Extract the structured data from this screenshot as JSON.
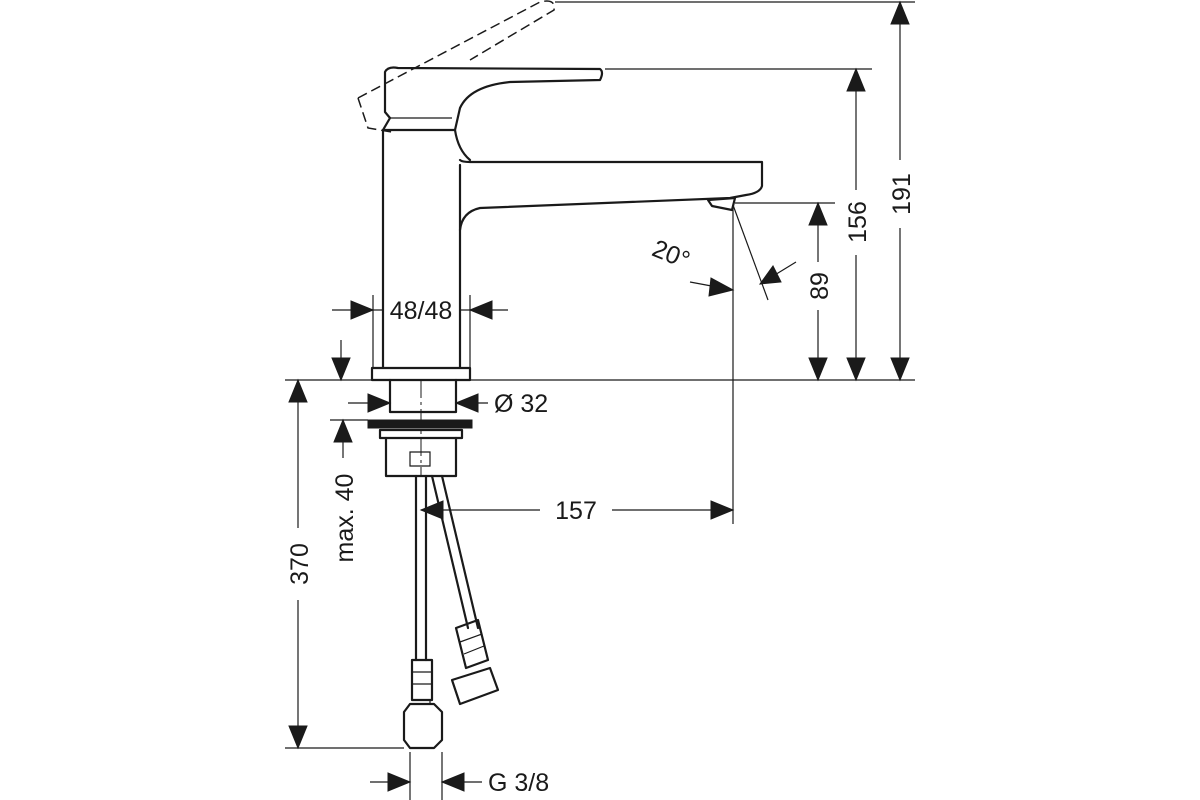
{
  "dimensions": {
    "total_height": "191",
    "lever_height": "156",
    "spout_height": "89",
    "body_width": "48/48",
    "hole_diameter": "Ø 32",
    "max_counter_thickness": "max. 40",
    "hose_length": "370",
    "spout_reach": "157",
    "spout_angle": "20°",
    "connection_thread": "G 3/8"
  }
}
